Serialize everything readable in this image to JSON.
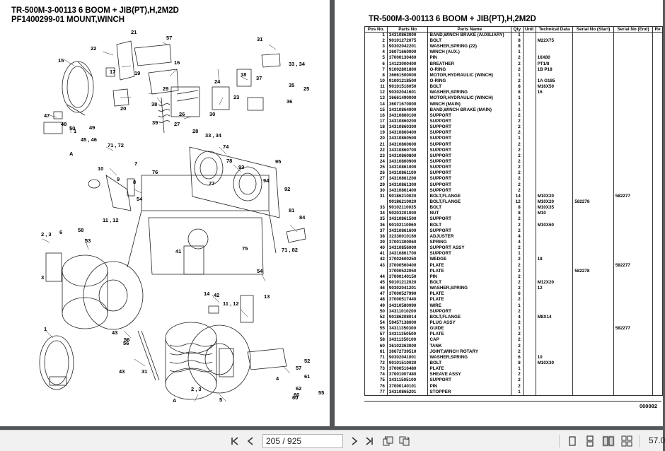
{
  "left_page": {
    "title_line1": "TR-500M-3-00113 6 BOOM + JIB(PT),H,2M2D",
    "title_line2": "PF1400299-01 MOUNT,WINCH",
    "callouts": [
      "15",
      "22",
      "21",
      "57",
      "31",
      "16",
      "18",
      "17",
      "19",
      "20",
      "1",
      "29",
      "47",
      "48",
      "50",
      "49",
      "45 , 46",
      "71 , 72",
      "38",
      "39",
      "26",
      "27",
      "28",
      "23",
      "24",
      "25",
      "30",
      "33 , 34",
      "36",
      "35",
      "37",
      "33 , 34",
      "74",
      "76",
      "78",
      "77",
      "93",
      "94",
      "10",
      "9",
      "7",
      "8",
      "54",
      "95",
      "11 , 12",
      "92",
      "81",
      "84",
      "71 , 82",
      "2 , 3",
      "6",
      "58",
      "53",
      "56",
      "55",
      "57",
      "60",
      "3",
      "41",
      "75",
      "54",
      "14",
      "42",
      "13",
      "11 , 12",
      "43",
      "56",
      "31",
      "43",
      "1",
      "2 , 3",
      "5",
      "60",
      "52",
      "61",
      "4",
      "62",
      "A",
      "A"
    ]
  },
  "right_page": {
    "title": "TR-500M-3-00113 6 BOOM + JIB(PT),H,2M2D",
    "columns": [
      "Pos No.",
      "Parts No",
      "Parts Name",
      "Qty",
      "Unit",
      "Technical Data",
      "Serial No (Start)",
      "Serial No (End)",
      "Re"
    ],
    "rows": [
      [
        "1",
        "34310863000",
        "BAND,WINCH BRAKE (AUXILIARY)",
        "1",
        "",
        "",
        "",
        ""
      ],
      [
        "2",
        "90101272075",
        "BOLT",
        "8",
        "",
        "M22X75",
        "",
        ""
      ],
      [
        "3",
        "90302042201",
        "WASHER,SPRING (22)",
        "8",
        "",
        "",
        "",
        ""
      ],
      [
        "4",
        "36071660000",
        "WINCH (AUX.)",
        "1",
        "",
        "",
        "",
        ""
      ],
      [
        "5",
        "37000130460",
        "PIN",
        "2",
        "",
        "16X80",
        "",
        ""
      ],
      [
        "6",
        "14123000400",
        "BREATHER",
        "2",
        "",
        "PT1/8",
        "",
        ""
      ],
      [
        "7",
        "91002801800",
        "O-RING",
        "2",
        "",
        "1B P18",
        "",
        ""
      ],
      [
        "8",
        "36661500000",
        "MOTOR,HYDRAULIC (WINCH)",
        "1",
        "",
        "",
        "",
        ""
      ],
      [
        "10",
        "91001218500",
        "O-RING",
        "2",
        "",
        "1A G185",
        "",
        ""
      ],
      [
        "11",
        "90101516050",
        "BOLT",
        "8",
        "",
        "M16X50",
        "",
        ""
      ],
      [
        "12",
        "90302041601",
        "WASHER,SPRING",
        "8",
        "",
        "16",
        "",
        ""
      ],
      [
        "13",
        "36661490000",
        "MOTOR,HYDRAULIC (WINCH)",
        "1",
        "",
        "",
        "",
        ""
      ],
      [
        "14",
        "36071670000",
        "WINCH (MAIN)",
        "1",
        "",
        "",
        "",
        ""
      ],
      [
        "15",
        "34310864000",
        "BAND,WINCH BRAKE (MAIN)",
        "1",
        "",
        "",
        "",
        ""
      ],
      [
        "16",
        "34310860100",
        "SUPPORT",
        "2",
        "",
        "",
        "",
        ""
      ],
      [
        "17",
        "34310860200",
        "SUPPORT",
        "2",
        "",
        "",
        "",
        ""
      ],
      [
        "18",
        "34310860300",
        "SUPPORT",
        "2",
        "",
        "",
        "",
        ""
      ],
      [
        "19",
        "34310860400",
        "SUPPORT",
        "2",
        "",
        "",
        "",
        ""
      ],
      [
        "20",
        "34310860500",
        "SUPPORT",
        "1",
        "",
        "",
        "",
        ""
      ],
      [
        "21",
        "34310860600",
        "SUPPORT",
        "2",
        "",
        "",
        "",
        ""
      ],
      [
        "22",
        "34310860700",
        "SUPPORT",
        "2",
        "",
        "",
        "",
        ""
      ],
      [
        "23",
        "34310860800",
        "SUPPORT",
        "2",
        "",
        "",
        "",
        ""
      ],
      [
        "24",
        "34310860900",
        "SUPPORT",
        "2",
        "",
        "",
        "",
        ""
      ],
      [
        "25",
        "34310861000",
        "SUPPORT",
        "2",
        "",
        "",
        "",
        ""
      ],
      [
        "26",
        "34310861100",
        "SUPPORT",
        "2",
        "",
        "",
        "",
        ""
      ],
      [
        "27",
        "34310861200",
        "SUPPORT",
        "2",
        "",
        "",
        "",
        ""
      ],
      [
        "29",
        "34310861300",
        "SUPPORT",
        "2",
        "",
        "",
        "",
        ""
      ],
      [
        "30",
        "34310861400",
        "SUPPORT",
        "2",
        "",
        "",
        "",
        ""
      ],
      [
        "31",
        "90186210020",
        "BOLT,FLANGE",
        "14",
        "",
        "M10X20",
        "",
        "582277"
      ],
      [
        "",
        "90186210020",
        "BOLT,FLANGE",
        "12",
        "",
        "M10X20",
        "582278",
        ""
      ],
      [
        "33",
        "90102110035",
        "BOLT",
        "8",
        "",
        "M10X35",
        "",
        ""
      ],
      [
        "34",
        "90203201000",
        "NUT",
        "8",
        "",
        "M10",
        "",
        ""
      ],
      [
        "35",
        "34310861500",
        "SUPPORT",
        "2",
        "",
        "",
        "",
        ""
      ],
      [
        "36",
        "90102110060",
        "BOLT",
        "2",
        "",
        "M10X60",
        "",
        ""
      ],
      [
        "37",
        "34310861600",
        "SUPPORT",
        "2",
        "",
        "",
        "",
        ""
      ],
      [
        "38",
        "32330010160",
        "ADJUSTER",
        "4",
        "",
        "",
        "",
        ""
      ],
      [
        "39",
        "37001300060",
        "SPRING",
        "4",
        "",
        "",
        "",
        ""
      ],
      [
        "40",
        "34310856000",
        "SUPPORT ASSY",
        "2",
        "",
        "",
        "",
        ""
      ],
      [
        "41",
        "34310861700",
        "SUPPORT",
        "1",
        "",
        "",
        "",
        ""
      ],
      [
        "42",
        "37002600250",
        "WEDGE",
        "2",
        "",
        "18",
        "",
        ""
      ],
      [
        "43",
        "37000560400",
        "PLATE",
        "2",
        "",
        "",
        "",
        "582277"
      ],
      [
        "",
        "37000522050",
        "PLATE",
        "2",
        "",
        "",
        "582278",
        ""
      ],
      [
        "44",
        "37000140150",
        "PIN",
        "2",
        "",
        "",
        "",
        ""
      ],
      [
        "45",
        "90101212020",
        "BOLT",
        "2",
        "",
        "M12X20",
        "",
        ""
      ],
      [
        "46",
        "90302041201",
        "WASHER,SPRING",
        "2",
        "",
        "12",
        "",
        ""
      ],
      [
        "47",
        "37000527990",
        "PLATE",
        "6",
        "",
        "",
        "",
        ""
      ],
      [
        "48",
        "37000517440",
        "PLATE",
        "2",
        "",
        "",
        "",
        ""
      ],
      [
        "49",
        "34310580090",
        "WIRE",
        "1",
        "",
        "",
        "",
        ""
      ],
      [
        "50",
        "34311010200",
        "SUPPORT",
        "2",
        "",
        "",
        "",
        ""
      ],
      [
        "52",
        "90186208014",
        "BOLT,FLANGE",
        "4",
        "",
        "M8X14",
        "",
        ""
      ],
      [
        "54",
        "59457138000",
        "PLUG ASSY",
        "2",
        "",
        "",
        "",
        ""
      ],
      [
        "55",
        "34311350300",
        "GUIDE",
        "1",
        "",
        "",
        "",
        "582277"
      ],
      [
        "57",
        "34311350500",
        "PLATE",
        "2",
        "",
        "",
        "",
        ""
      ],
      [
        "58",
        "34311350100",
        "CAP",
        "2",
        "",
        "",
        "",
        ""
      ],
      [
        "60",
        "36102363000",
        "TANK",
        "2",
        "",
        "",
        "",
        ""
      ],
      [
        "61",
        "36672739510",
        "JOINT,WINCH ROTARY",
        "2",
        "",
        "",
        "",
        ""
      ],
      [
        "71",
        "90302041001",
        "WASHER,SPRING",
        "6",
        "",
        "10",
        "",
        ""
      ],
      [
        "72",
        "90101510030",
        "BOLT",
        "8",
        "",
        "M10X30",
        "",
        ""
      ],
      [
        "73",
        "37000516480",
        "PLATE",
        "1",
        "",
        "",
        "",
        ""
      ],
      [
        "74",
        "37001007480",
        "SHEAVE ASSY",
        "2",
        "",
        "",
        "",
        ""
      ],
      [
        "75",
        "34311505100",
        "SUPPORT",
        "2",
        "",
        "",
        "",
        ""
      ],
      [
        "76",
        "37000140101",
        "PIN",
        "2",
        "",
        "",
        "",
        ""
      ],
      [
        "77",
        "34310865201",
        "STOPPER",
        "1",
        "",
        "",
        "",
        ""
      ]
    ],
    "page_code": "000082"
  },
  "toolbar": {
    "first_icon": "first-page-icon",
    "prev_icon": "prev-page-icon",
    "page_display": "205 / 925",
    "next_icon": "next-page-icon",
    "last_icon": "last-page-icon",
    "zoom": "57.0"
  }
}
